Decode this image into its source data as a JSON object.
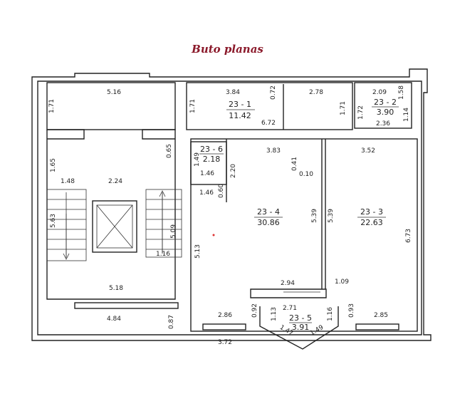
{
  "title": "Buto planas",
  "rooms": [
    {
      "id": "23 - 1",
      "area": "11.42"
    },
    {
      "id": "23 - 2",
      "area": "3.90"
    },
    {
      "id": "23 - 3",
      "area": "22.63"
    },
    {
      "id": "23 - 4",
      "area": "30.86"
    },
    {
      "id": "23 - 5",
      "area": "3.91"
    },
    {
      "id": "23 - 6",
      "area": "2.18"
    }
  ],
  "dimensions": {
    "d516": "5.16",
    "d171a": "1.71",
    "d384": "3.84",
    "d072": "0.72",
    "d278": "2.78",
    "d209": "2.09",
    "d158": "1.58",
    "d171b": "1.71",
    "d171c": "1.71",
    "d672": "6.72",
    "d172": "1.72",
    "d114": "1.14",
    "d236": "2.36",
    "d165": "1.65",
    "d065": "0.65",
    "d383": "3.83",
    "d352": "3.52",
    "d149": "1.49",
    "d146a": "1.46",
    "d220": "2.20",
    "d041": "0.41",
    "d010": "0.10",
    "d148": "1.48",
    "d224": "2.24",
    "d146b": "1.46",
    "d060": "0.60",
    "d563": "5.63",
    "d509": "5.09",
    "d539a": "5.39",
    "d539b": "5.39",
    "d673": "6.73",
    "d116a": "1.16",
    "d513": "5.13",
    "d294": "2.94",
    "d109": "1.09",
    "d518": "5.18",
    "d271": "2.71",
    "d092": "0.92",
    "d113": "1.13",
    "d116b": "1.16",
    "d093": "0.93",
    "d484": "4.84",
    "d087": "0.87",
    "d286": "2.86",
    "d285": "2.85",
    "d147": "1.47",
    "d149b": "1.49",
    "d372": "3.72"
  }
}
